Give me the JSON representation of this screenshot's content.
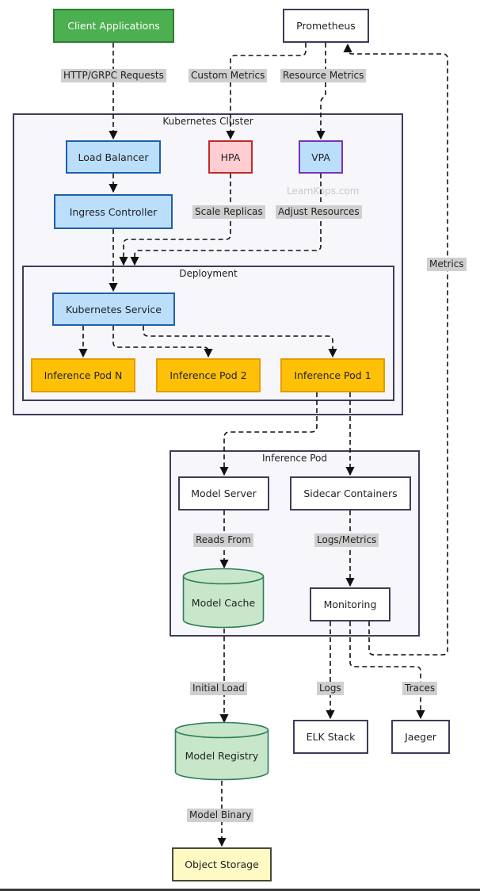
{
  "clusters": {
    "kubernetes_cluster": "Kubernetes Cluster",
    "deployment": "Deployment",
    "inference_pod": "Inference Pod"
  },
  "nodes": {
    "client_applications": "Client Applications",
    "prometheus": "Prometheus",
    "load_balancer": "Load Balancer",
    "hpa": "HPA",
    "vpa": "VPA",
    "ingress_controller": "Ingress Controller",
    "kubernetes_service": "Kubernetes Service",
    "inference_pod_n": "Inference Pod N",
    "inference_pod_2": "Inference Pod 2",
    "inference_pod_1": "Inference Pod 1",
    "model_server": "Model Server",
    "sidecar_containers": "Sidecar Containers",
    "model_cache": "Model Cache",
    "monitoring": "Monitoring",
    "model_registry": "Model Registry",
    "elk_stack": "ELK Stack",
    "jaeger": "Jaeger",
    "object_storage": "Object Storage"
  },
  "edge_labels": {
    "http_grpc": "HTTP/GRPC Requests",
    "custom_metrics": "Custom Metrics",
    "resource_metrics": "Resource Metrics",
    "scale_replicas": "Scale Replicas",
    "adjust_resources": "Adjust Resources",
    "metrics": "Metrics",
    "reads_from": "Reads From",
    "logs_metrics": "Logs/Metrics",
    "initial_load": "Initial Load",
    "logs": "Logs",
    "traces": "Traces",
    "model_binary": "Model Binary"
  },
  "watermark": "LearnKops.com",
  "colors": {
    "client": "#4caf50",
    "service_blue": "#bbdefb",
    "hpa_red": "#ffcdd2",
    "pod_orange": "#ffc107",
    "storage_green": "#c8e6c9",
    "object_storage": "#fff9c4",
    "cluster_bg": "#f7f7fb",
    "label_bg": "#cfcfcf"
  }
}
